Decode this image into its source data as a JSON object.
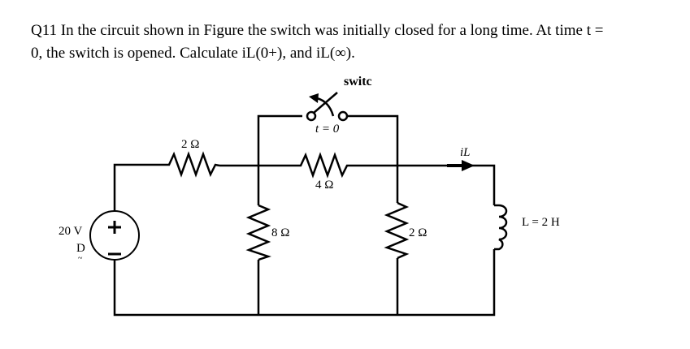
{
  "question": {
    "line1": "Q11 In the circuit shown in Figure  the switch was initially closed for a long time. At time t =",
    "line2": "0, the switch is opened. Calculate iL(0+), and iL(∞)."
  },
  "circuit": {
    "switch_label": "switc",
    "switch_time": "t = 0",
    "r1": "2 Ω",
    "r2": "4 Ω",
    "r3": "8 Ω",
    "r4": "2 Ω",
    "current_label": "iL",
    "inductor": "L = 2 H",
    "source": "20 V",
    "source_sub": "D",
    "source_sub2": "~"
  }
}
